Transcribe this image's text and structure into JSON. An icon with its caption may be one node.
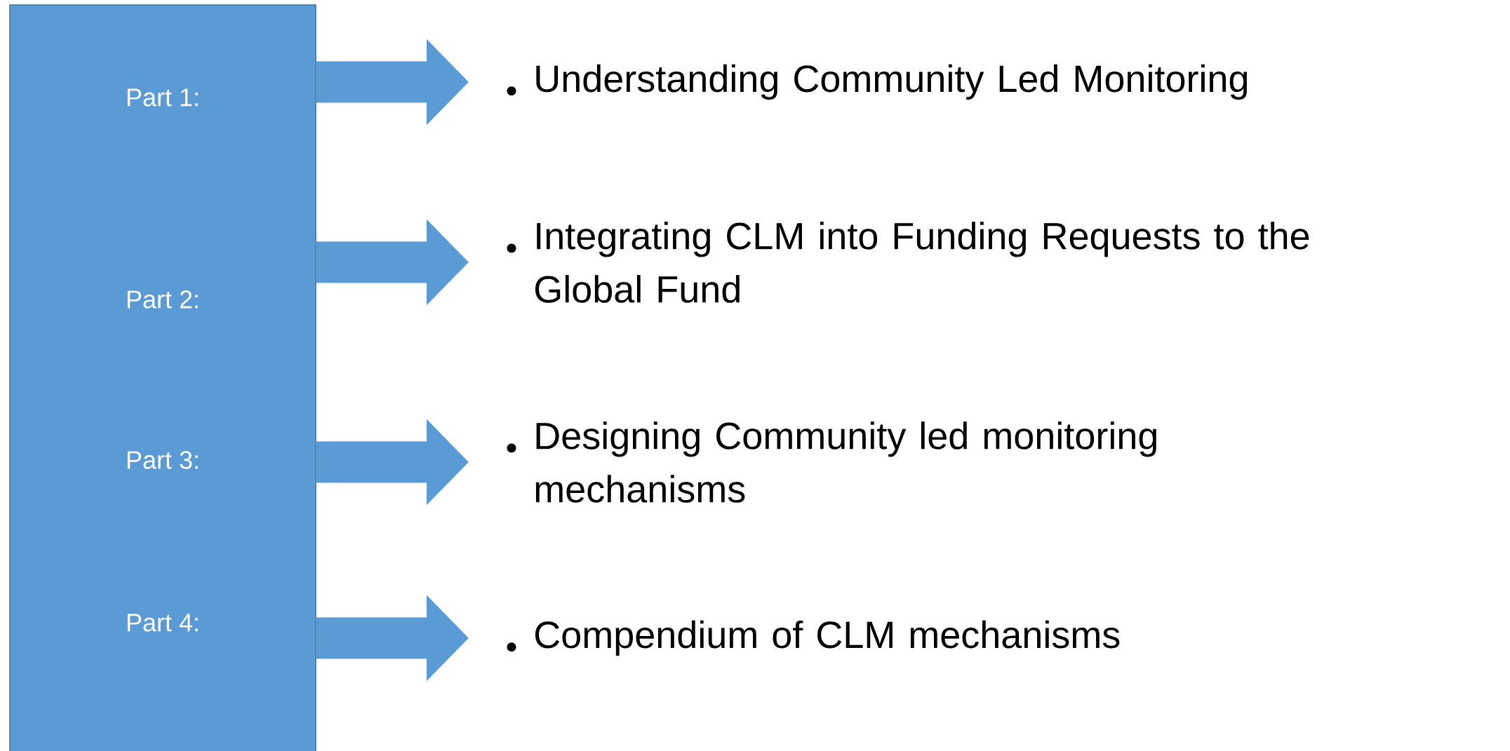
{
  "diagram": {
    "nodes": [
      {
        "text": [
          "Part 1:",
          "Part 2:",
          "Part 3:",
          "Part 4:"
        ]
      },
      {
        "text": [
          "Understanding Community Led Monitoring"
        ]
      },
      {
        "text": [
          "Integrating CLM into Funding Requests to the Global Fund"
        ]
      },
      {
        "text": [
          "Designing Community led monitoring mechanisms"
        ]
      },
      {
        "text": [
          "Compendium of CLM mechanisms"
        ]
      }
    ],
    "edges": [
      {
        "from": 0,
        "to": 1,
        "arrow": "to"
      },
      {
        "from": 0,
        "to": 2,
        "arrow": "to"
      },
      {
        "from": 0,
        "to": 3,
        "arrow": "to"
      },
      {
        "from": 0,
        "to": 4,
        "arrow": "to"
      }
    ]
  }
}
